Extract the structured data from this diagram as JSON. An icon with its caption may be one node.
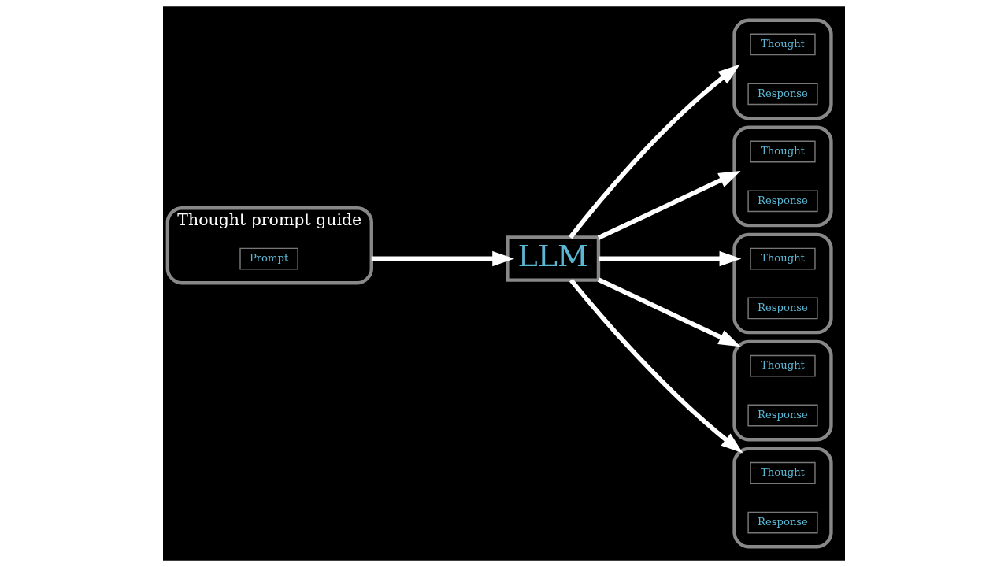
{
  "diagram": {
    "nodes": [
      {
        "text": [
          "Thought prompt guide"
        ]
      },
      {
        "text": [
          "Prompt"
        ],
        "in": 0
      },
      {
        "text": [
          "LLM"
        ]
      },
      {
        "text": [],
        "shape": "box"
      },
      {
        "text": [
          "Thought"
        ],
        "in": 3
      },
      {
        "text": [
          "Response"
        ],
        "in": 3
      },
      {
        "text": [],
        "shape": "box"
      },
      {
        "text": [
          "Thought"
        ],
        "in": 6
      },
      {
        "text": [
          "Response"
        ],
        "in": 6
      },
      {
        "text": [],
        "shape": "box"
      },
      {
        "text": [
          "Thought"
        ],
        "in": 9
      },
      {
        "text": [
          "Response"
        ],
        "in": 9
      },
      {
        "text": [],
        "shape": "box"
      },
      {
        "text": [
          "Thought"
        ],
        "in": 12
      },
      {
        "text": [
          "Response"
        ],
        "in": 12
      },
      {
        "text": [],
        "shape": "box"
      },
      {
        "text": [
          "Thought"
        ],
        "in": 15
      },
      {
        "text": [
          "Response"
        ],
        "in": 15
      }
    ],
    "edges": [
      {
        "from": 0,
        "to": 2,
        "arrow": "to"
      },
      {
        "from": 2,
        "to": 3,
        "arrow": "to"
      },
      {
        "from": 2,
        "to": 6,
        "arrow": "to"
      },
      {
        "from": 2,
        "to": 9,
        "arrow": "to"
      },
      {
        "from": 2,
        "to": 12,
        "arrow": "to"
      },
      {
        "from": 2,
        "to": 15,
        "arrow": "to"
      }
    ]
  }
}
